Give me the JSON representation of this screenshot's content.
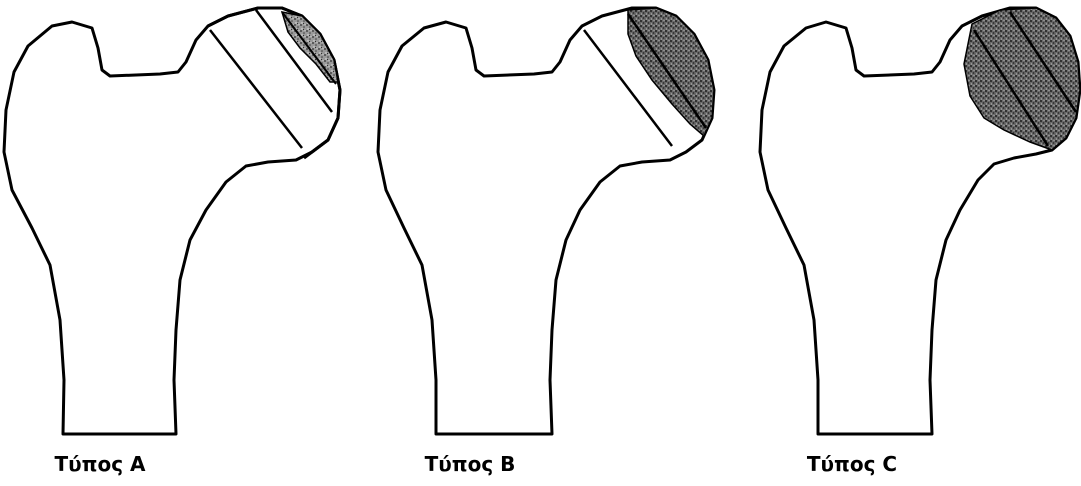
{
  "figure": {
    "panels": [
      {
        "label": "Τύπος A",
        "type": "A"
      },
      {
        "label": "Τύπος B",
        "type": "B"
      },
      {
        "label": "Τύπος C",
        "type": "C"
      }
    ]
  },
  "colors": {
    "outline": "#000000",
    "background": "#ffffff",
    "shading_dark": "#3a3a3a",
    "shading_mid": "#8a8a8a",
    "shading_light": "#c9c9c9"
  }
}
